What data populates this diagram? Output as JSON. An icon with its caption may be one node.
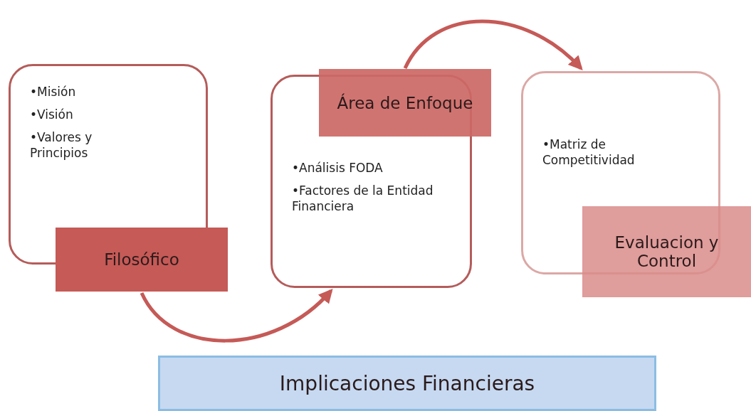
{
  "diagram": {
    "nodes": [
      {
        "text": [
          "•Misión",
          "•Visión",
          "•Valores y Principios",
          "Filosófico"
        ]
      },
      {
        "text": [
          "Área de Enfoque",
          "•Análisis FODA",
          "•Factores de la Entidad Financiera"
        ]
      },
      {
        "text": [
          "•Matriz de Competitividad",
          "Evaluacion y Control"
        ]
      },
      {
        "text": [
          "Implicaciones Financieras"
        ]
      }
    ],
    "edges": [
      {
        "from": 0,
        "to": 1,
        "arrow": "to"
      },
      {
        "from": 1,
        "to": 2,
        "arrow": "to"
      }
    ]
  }
}
